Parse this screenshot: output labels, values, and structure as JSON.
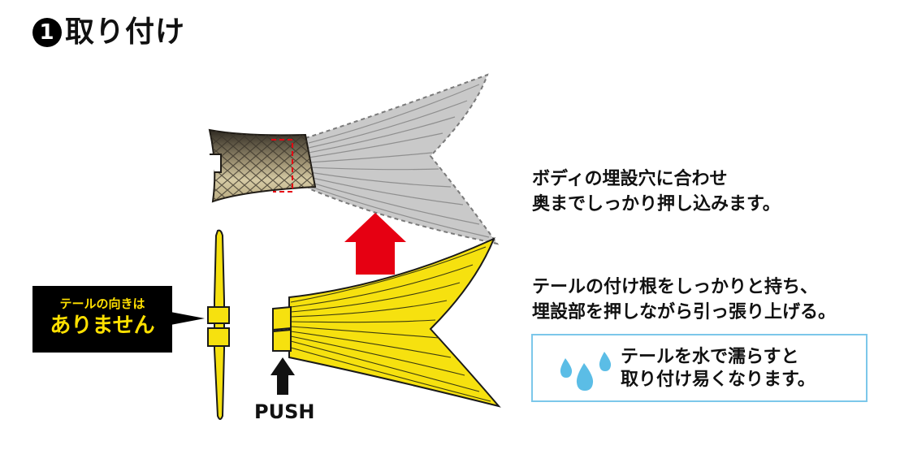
{
  "title": {
    "number": "1",
    "text": "取り付け"
  },
  "steps": [
    {
      "lines": [
        "ボディの埋設穴に合わせ",
        "奥までしっかり押し込みます。"
      ]
    },
    {
      "lines": [
        "テールの付け根をしっかりと持ち、",
        "埋設部を押しながら引っ張り上げる。"
      ]
    }
  ],
  "tip": {
    "lines": [
      "テールを水で濡らすと",
      "取り付け易くなります。"
    ],
    "border_color": "#7cc7ea",
    "drop_color": "#5bbde6",
    "icon": "water-drops-icon"
  },
  "badge": {
    "line1": "テールの向きは",
    "line2": "ありません",
    "bg_color": "#000000",
    "text_color": "#ffe000"
  },
  "push_label": "PUSH",
  "colors": {
    "tail_yellow": "#f6e10f",
    "tail_gray": "#c9c9c9",
    "arrow_red": "#e60012",
    "body_tan": "#c7b88a"
  }
}
